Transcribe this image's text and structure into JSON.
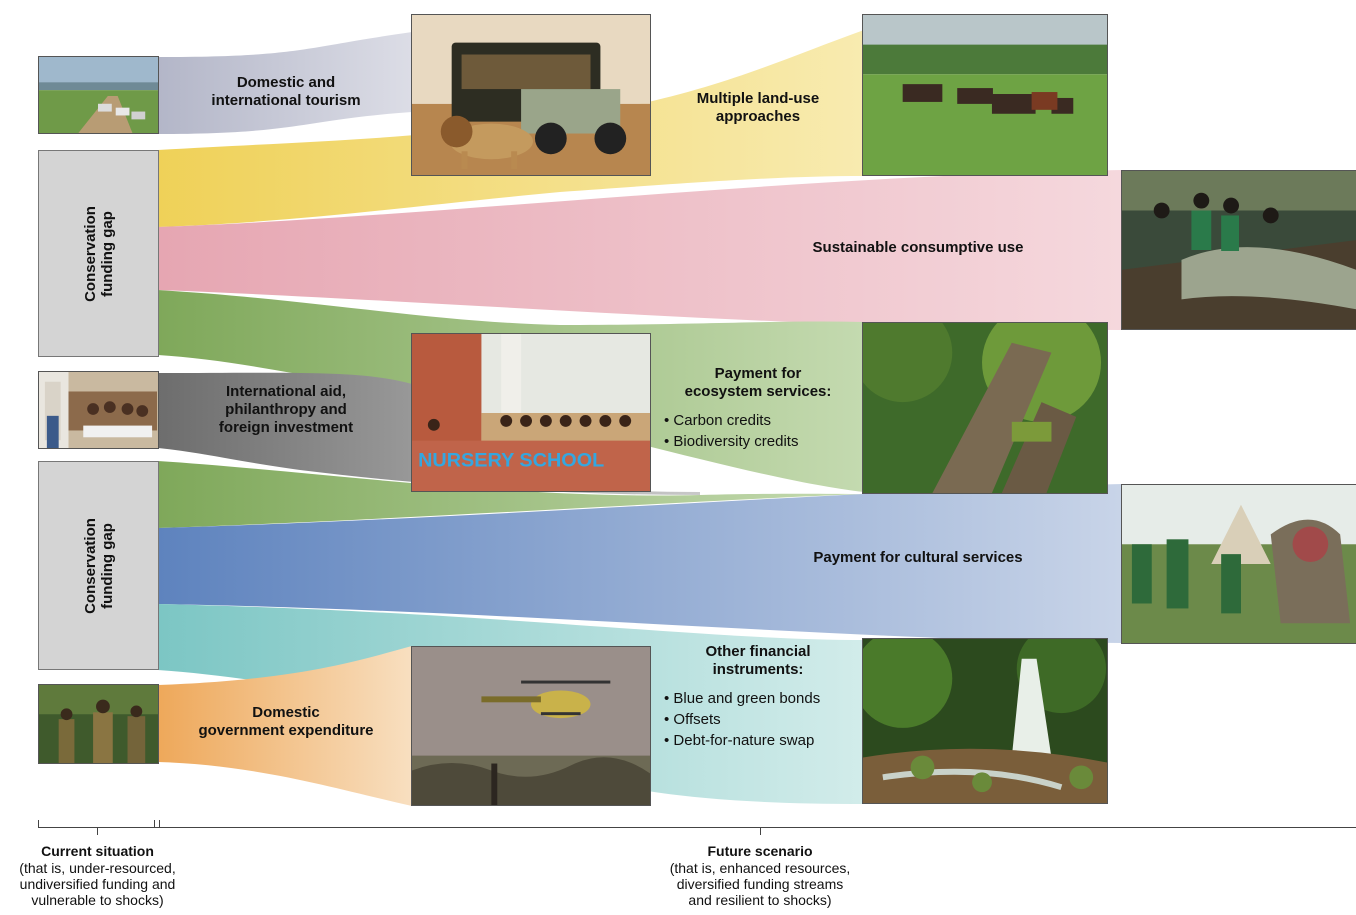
{
  "gap_boxes": [
    {
      "label": "Conservation\nfunding gap"
    },
    {
      "label": "Conservation\nfunding gap"
    }
  ],
  "streams": {
    "tourism": "Domestic and\ninternational tourism",
    "aid": "International aid,\nphilanthropy and\nforeign investment",
    "government": "Domestic\ngovernment expenditure",
    "land_use": "Multiple land-use\napproaches",
    "consumptive": "Sustainable consumptive use",
    "ecosystem_title": "Payment for\necosystem services:",
    "ecosystem_items": [
      "Carbon credits",
      "Biodiversity credits"
    ],
    "cultural": "Payment for cultural services",
    "financial_title": "Other financial\ninstruments:",
    "financial_items": [
      "Blue and green bonds",
      "Offsets",
      "Debt-for-nature swap"
    ]
  },
  "photos": {
    "safari_vehicles": "safari vehicles on savanna",
    "safari_lion": "lion beside safari jeep",
    "cattle": "cattle grazing",
    "fishing": "fishermen with nets in canoe",
    "children_classroom": "children in classroom",
    "nursery_school": "children at nursery school",
    "nursery_sign": "NURSERY SCHOOL",
    "tree": "large tree canopy",
    "cultural_dance": "cultural ceremony with masked dancer",
    "rangers": "rangers in forest",
    "helicopter": "helicopter over woodland",
    "waterfall": "forest waterfall"
  },
  "colors": {
    "tourism": "#b9bccd",
    "land_use": "#f2dc77",
    "consumptive": "#eab7c0",
    "ecosystem": "#8db36a",
    "aid": "#8c8c8c",
    "cultural": "#6e8fc3",
    "financial": "#88cccb",
    "government": "#f1b96f",
    "gap_box": "#d4d4d4"
  },
  "footer": {
    "current_title": "Current situation",
    "current_sub": "(that is, under-resourced,\nundiversified funding and\nvulnerable to shocks)",
    "future_title": "Future scenario",
    "future_sub": "(that is, enhanced resources,\ndiversified funding streams\nand resilient to shocks)"
  }
}
